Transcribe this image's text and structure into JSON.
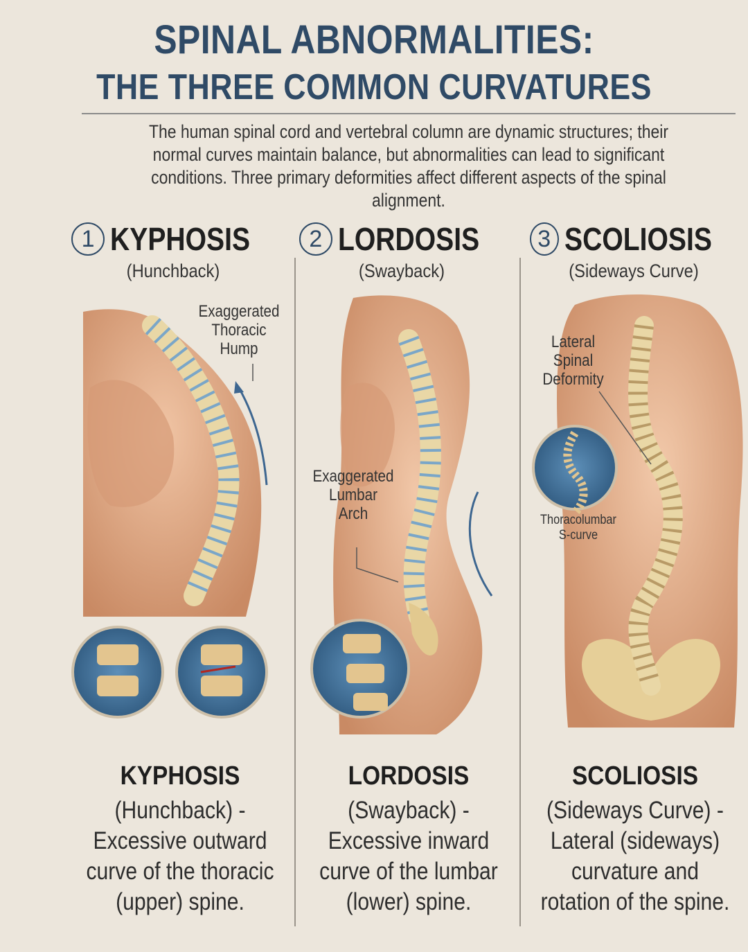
{
  "header": {
    "title_line1": "SPINAL ABNORMALITIES:",
    "title_line2": "THE THREE COMMON CURVATURES",
    "intro": [
      "The human spinal cord and vertebral column are dynamic structures; their",
      "normal curves maintain balance, but abnormalities can lead to significant",
      "conditions. Three primary deformities affect different aspects of the spinal alignment."
    ]
  },
  "columns": [
    {
      "number": "1",
      "name": "KYPHOSIS",
      "subtitle": "(Hunchback)",
      "callouts": [
        [
          "Exaggerated",
          "Thoracic",
          "Hump"
        ]
      ],
      "desc_name": "KYPHOSIS",
      "desc_lines": [
        "(Hunchback) -",
        "Excessive outward",
        "curve of the thoracic",
        "(upper) spine."
      ]
    },
    {
      "number": "2",
      "name": "LORDOSIS",
      "subtitle": "(Swayback)",
      "callouts": [
        [
          "Exaggerated",
          "Lumbar",
          "Arch"
        ]
      ],
      "desc_name": "LORDOSIS",
      "desc_lines": [
        "(Swayback) -",
        "Excessive inward",
        "curve of the lumbar",
        "(lower) spine."
      ]
    },
    {
      "number": "3",
      "name": "SCOLIOSIS",
      "subtitle": "(Sideways Curve)",
      "callouts": [
        [
          "Lateral",
          "Spinal",
          "Deformity"
        ],
        [
          "Thoracolumbar",
          "S-curve"
        ]
      ],
      "desc_name": "SCOLIOSIS",
      "desc_lines": [
        "(Sideways Curve) -",
        "Lateral (sideways)",
        "curvature and",
        "rotation of the spine."
      ]
    }
  ],
  "colors": {
    "title": "#2f4a66",
    "background": "#ece6dc",
    "skin": "#d9a07e",
    "bone": "#e8d6a8",
    "disc": "#6f9cc0",
    "inset": "#3f6f96"
  }
}
